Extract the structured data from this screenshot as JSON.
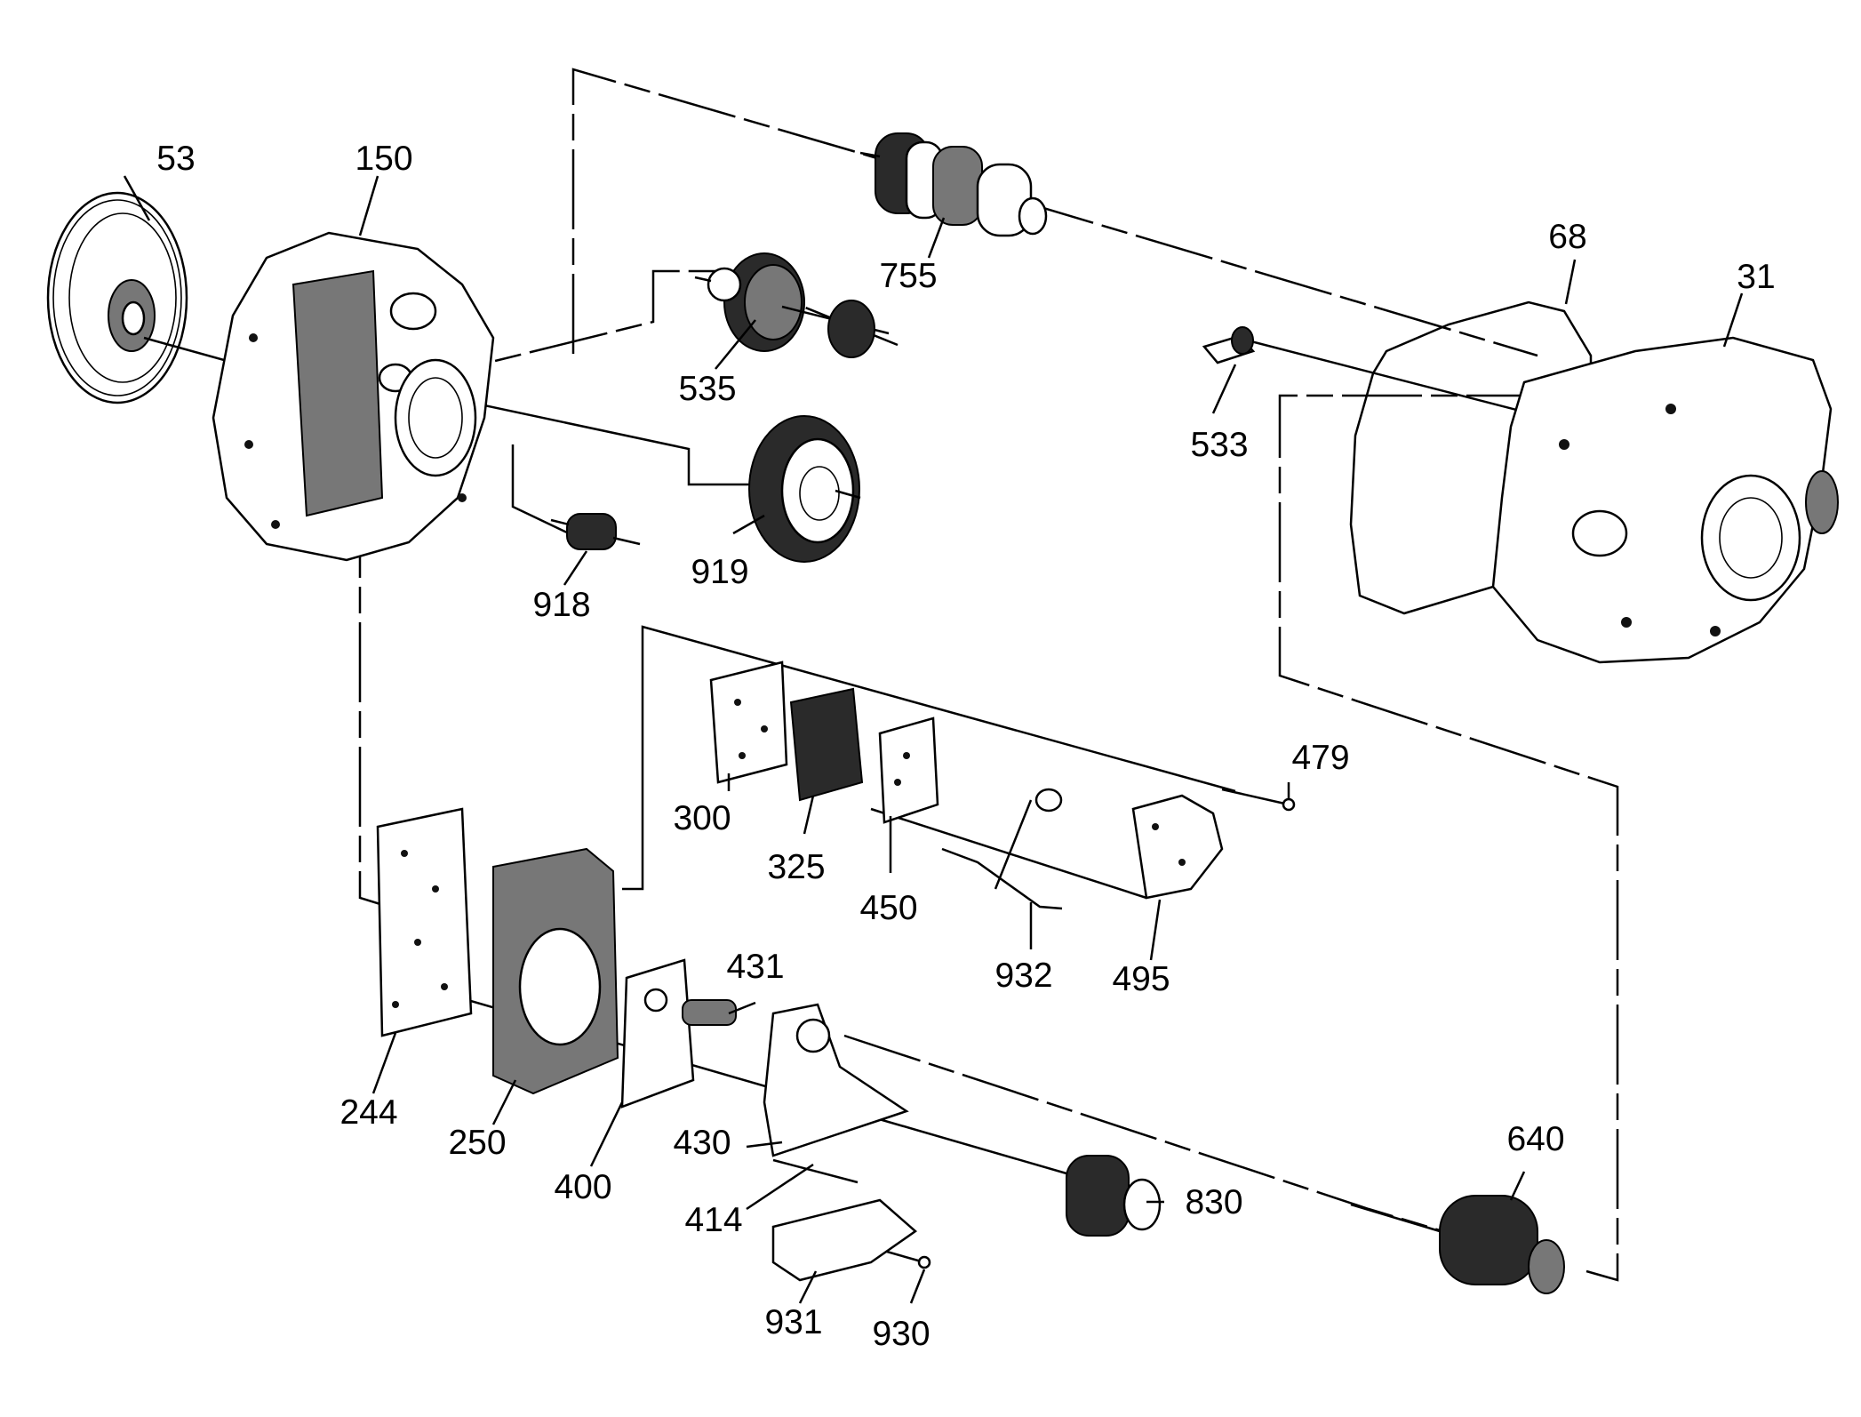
{
  "diagram": {
    "callouts": {
      "p53": "53",
      "p150": "150",
      "p755": "755",
      "p68": "68",
      "p31": "31",
      "p535": "535",
      "p533": "533",
      "p919": "919",
      "p918": "918",
      "p479": "479",
      "p300": "300",
      "p325": "325",
      "p450": "450",
      "p932": "932",
      "p495": "495",
      "p431": "431",
      "p244": "244",
      "p250": "250",
      "p400": "400",
      "p430": "430",
      "p414": "414",
      "p640": "640",
      "p830": "830",
      "p931": "931",
      "p930": "930"
    }
  }
}
